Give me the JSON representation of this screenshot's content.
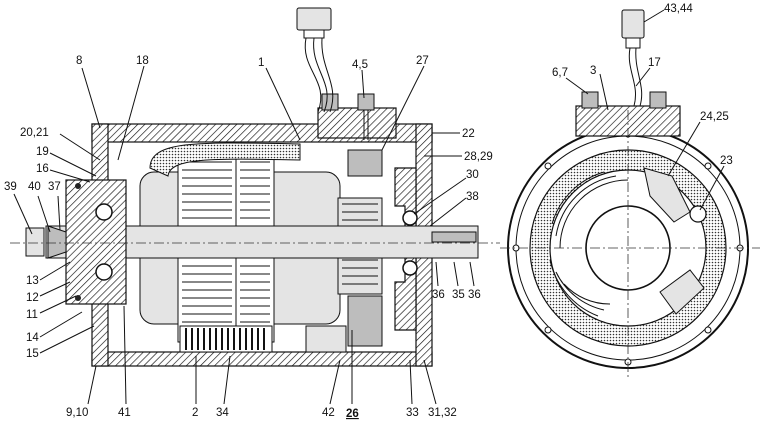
{
  "labels": {
    "l1": "1",
    "l2": "2",
    "l3": "3",
    "l4_5": "4,5",
    "l6_7": "6,7",
    "l8": "8",
    "l9_10": "9,10",
    "l11": "11",
    "l12": "12",
    "l13": "13",
    "l14": "14",
    "l15": "15",
    "l16": "16",
    "l17": "17",
    "l18": "18",
    "l19": "19",
    "l20_21": "20,21",
    "l22": "22",
    "l23": "23",
    "l24_25": "24,25",
    "l27": "27",
    "l28_29": "28,29",
    "l30": "30",
    "l31_32": "31,32",
    "l33": "33",
    "l34": "34",
    "l35": "35",
    "l36a": "36",
    "l36b": "36",
    "l37": "37",
    "l38": "38",
    "l39": "39",
    "l40": "40",
    "l41": "41",
    "l42": "42",
    "l43_44": "43,44",
    "l26": "26"
  }
}
